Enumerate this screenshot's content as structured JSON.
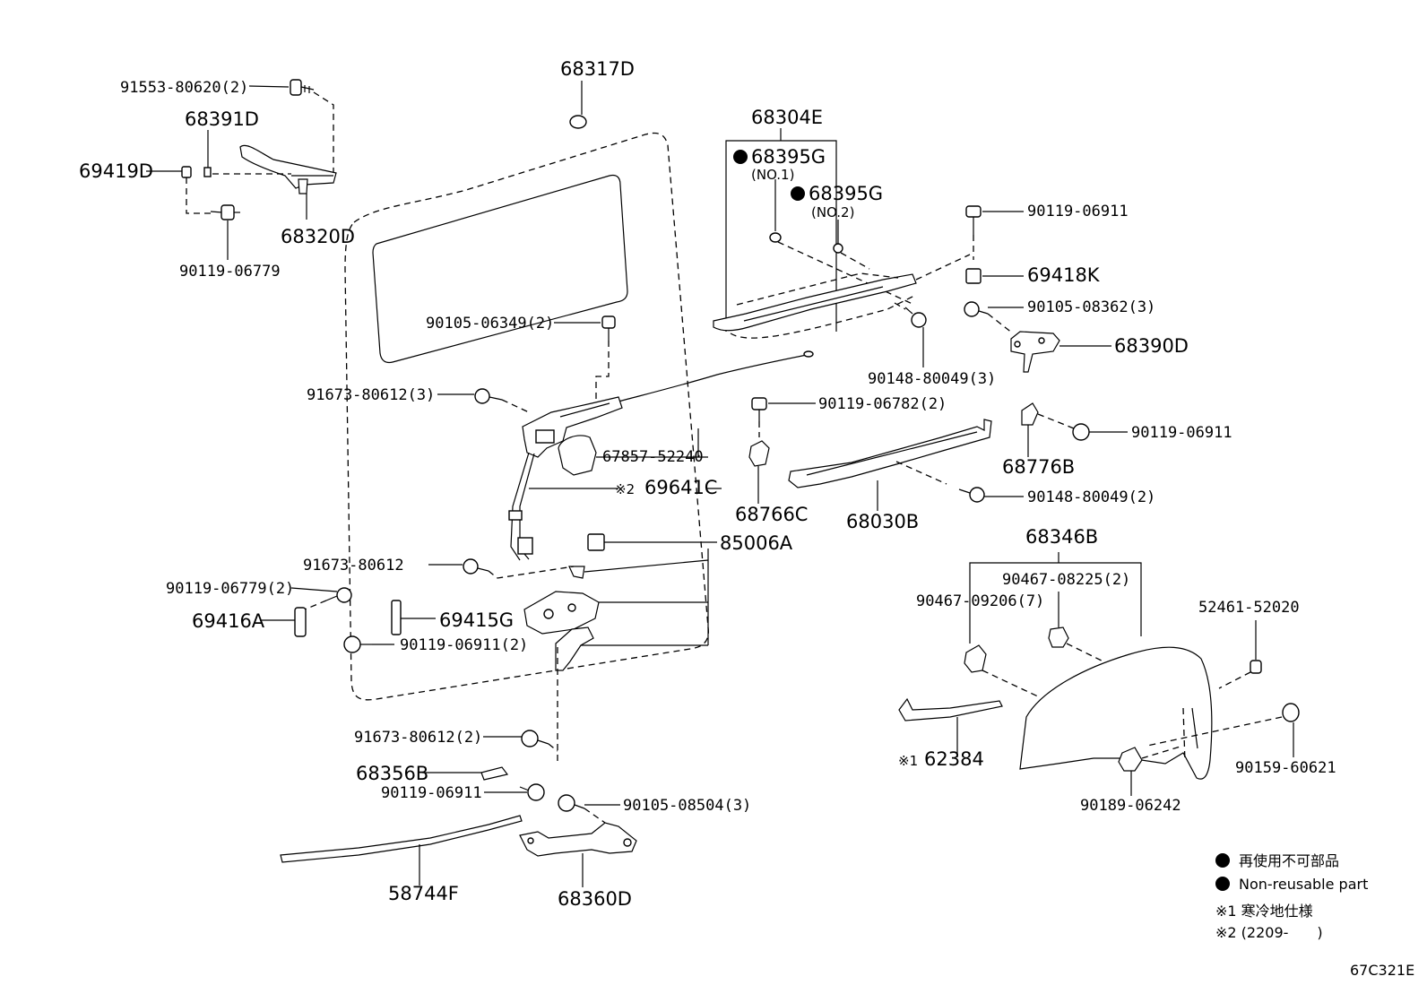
{
  "labels": {
    "p68317D": "68317D",
    "p91553": "91553-80620(2)",
    "p68391D": "68391D",
    "p69419D": "69419D",
    "p68320D": "68320D",
    "p90119_06779": "90119-06779",
    "p68304E": "68304E",
    "p68395G_1": "68395G",
    "no1": "(NO.1)",
    "p68395G_2": "68395G",
    "no2": "(NO.2)",
    "p90119_06911_a": "90119-06911",
    "p69418K": "69418K",
    "p90105_08362": "90105-08362(3)",
    "p68390D": "68390D",
    "p90148_80049_3": "90148-80049(3)",
    "p90105_06349": "90105-06349(2)",
    "p91673_80612_3": "91673-80612(3)",
    "p90119_06782": "90119-06782(2)",
    "p67857": "67857-52240",
    "p69641C_mark": "※2",
    "p69641C": "69641C",
    "p68766C": "68766C",
    "p68030B": "68030B",
    "p90119_06911_b": "90119-06911",
    "p68776B": "68776B",
    "p90148_80049_2": "90148-80049(2)",
    "p85006A": "85006A",
    "p91673_80612": "91673-80612",
    "p90119_06779_2": "90119-06779(2)",
    "p69416A": "69416A",
    "p69415G": "69415G",
    "p90119_06911_2": "90119-06911(2)",
    "p68346B": "68346B",
    "p90467_08225": "90467-08225(2)",
    "p90467_09206": "90467-09206(7)",
    "p52461": "52461-52020",
    "p62384_mark": "※1",
    "p62384": "62384",
    "p90159": "90159-60621",
    "p90189": "90189-06242",
    "p91673_80612_2": "91673-80612(2)",
    "p68356B": "68356B",
    "p90119_06911_c": "90119-06911",
    "p90105_08504": "90105-08504(3)",
    "p58744F": "58744F",
    "p68360D": "68360D"
  },
  "legend": {
    "line1": "再使用不可部品",
    "line2": "Non-reusable part",
    "note1": "※1 寒冷地仕様",
    "note2": "※2 (2209-　　)"
  },
  "figure_code": "67C321E"
}
